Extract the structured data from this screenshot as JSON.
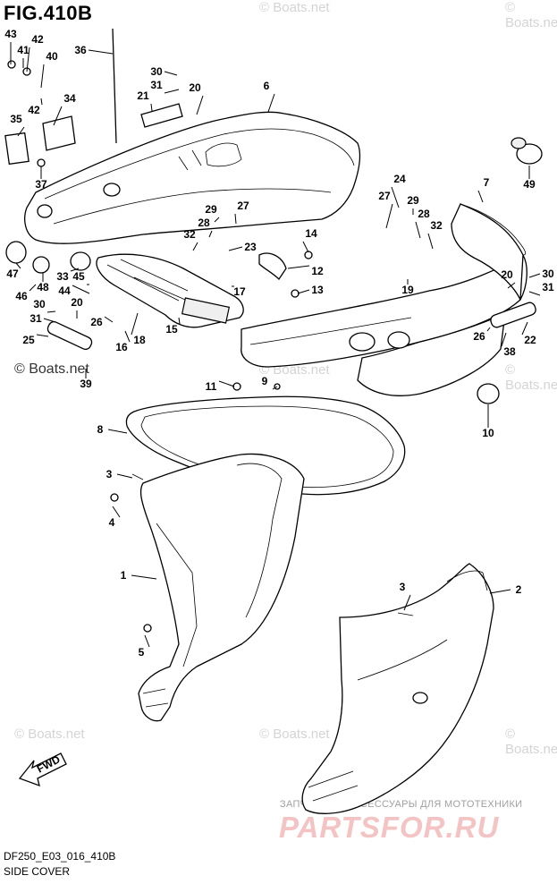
{
  "figure": {
    "title": "FIG.410B",
    "model_code": "DF250_E03_016_410B",
    "section_name": "SIDE COVER"
  },
  "watermarks": {
    "boats": "© Boats.net",
    "shop_subtitle": "ЗАПЧАСТИ И АКСЕССУАРЫ ДЛЯ МОТОТЕХНИКИ",
    "shop_logo": "PARTSFOR.RU"
  },
  "fwd_label": "FWD",
  "part_labels": [
    "43",
    "42",
    "41",
    "40",
    "36",
    "30",
    "31",
    "20",
    "21",
    "6",
    "34",
    "35",
    "42",
    "37",
    "49",
    "7",
    "24",
    "27",
    "29",
    "28",
    "32",
    "29",
    "28",
    "27",
    "32",
    "23",
    "14",
    "12",
    "13",
    "19",
    "20",
    "30",
    "31",
    "47",
    "48",
    "33",
    "45",
    "44",
    "46",
    "20",
    "30",
    "31",
    "26",
    "16",
    "18",
    "17",
    "15",
    "25",
    "39",
    "26",
    "22",
    "38",
    "9",
    "11",
    "10",
    "8",
    "3",
    "4",
    "1",
    "3",
    "2",
    "5"
  ],
  "colors": {
    "line": "#000000",
    "watermark": "#d4d4d4",
    "shop_logo": "#f4c4c4"
  }
}
